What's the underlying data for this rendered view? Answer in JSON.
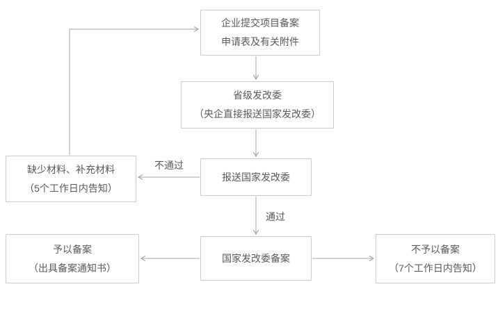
{
  "diagram": {
    "boxes": {
      "submit": {
        "lines": [
          "企业提交项目备案",
          "申请表及有关附件"
        ]
      },
      "provincial": {
        "lines": [
          "省级发改委",
          "（央企直接报送国家发改委）"
        ]
      },
      "report": {
        "lines": [
          "报送国家发改委"
        ]
      },
      "missing": {
        "lines": [
          "缺少材料、补充材料",
          "（5个工作日内告知）"
        ]
      },
      "filing": {
        "lines": [
          "国家发改委备案"
        ]
      },
      "granted": {
        "lines": [
          "予以备案",
          "（出具备案通知书）"
        ]
      },
      "denied": {
        "lines": [
          "不予以备案",
          "（7个工作日内告知）"
        ]
      }
    },
    "edge_labels": {
      "fail": "不通过",
      "pass": "通过"
    },
    "colors": {
      "box_border": "#cccccc",
      "text": "#595959",
      "arrow": "#a6a6a6",
      "background": "#ffffff"
    }
  }
}
